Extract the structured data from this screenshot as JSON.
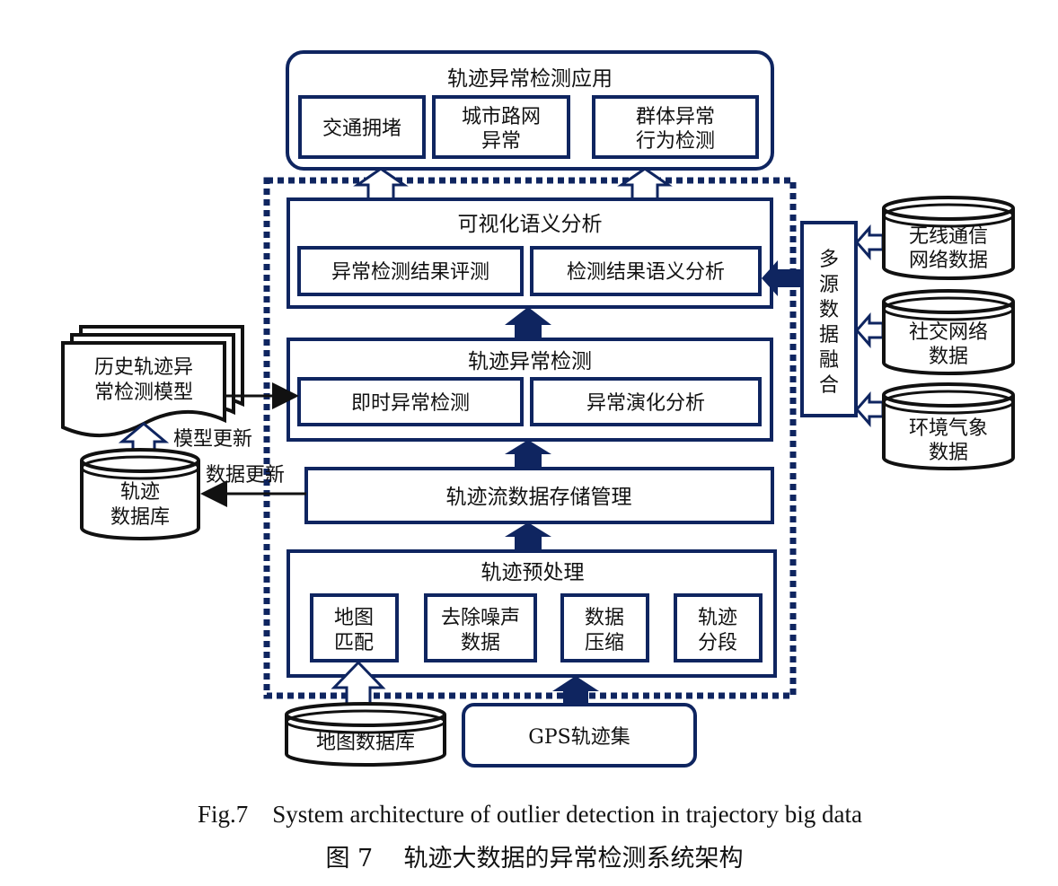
{
  "colors": {
    "navy": "#0f2560",
    "navy_fill": "#0f2560",
    "outline_arrow_fill": "#ffffff",
    "text": "#111111"
  },
  "app_layer": {
    "title": "轨迹异常检测应用",
    "items": [
      {
        "line1": "交通拥堵",
        "line2": ""
      },
      {
        "line1": "城市路网",
        "line2": "异常"
      },
      {
        "line1": "群体异常",
        "line2": "行为检测"
      }
    ]
  },
  "visual_layer": {
    "title": "可视化语义分析",
    "items": [
      "异常检测结果评测",
      "检测结果语义分析"
    ]
  },
  "detect_layer": {
    "title": "轨迹异常检测",
    "items": [
      "即时异常检测",
      "异常演化分析"
    ]
  },
  "storage_layer": {
    "title": "轨迹流数据存储管理"
  },
  "preprocess_layer": {
    "title": "轨迹预处理",
    "items": [
      {
        "line1": "地图",
        "line2": "匹配"
      },
      {
        "line1": "去除噪声",
        "line2": "数据"
      },
      {
        "line1": "数据",
        "line2": "压缩"
      },
      {
        "line1": "轨迹",
        "line2": "分段"
      }
    ]
  },
  "fusion": {
    "chars": [
      "多",
      "源",
      "数",
      "据",
      "融",
      "合"
    ]
  },
  "sources": [
    {
      "line1": "无线通信",
      "line2": "网络数据"
    },
    {
      "line1": "社交网络",
      "line2": "数据"
    },
    {
      "line1": "环境气象",
      "line2": "数据"
    }
  ],
  "history_model": {
    "line1": "历史轨迹异",
    "line2": "常检测模型"
  },
  "model_update": "模型更新",
  "data_update": "数据更新",
  "trajectory_db": {
    "line1": "轨迹",
    "line2": "数据库"
  },
  "map_db": "地图数据库",
  "gps_set": "GPS轨迹集",
  "caption": {
    "en": "Fig.7    System architecture of outlier detection in trajectory big data",
    "zh": "图 7    轨迹大数据的异常检测系统架构"
  }
}
